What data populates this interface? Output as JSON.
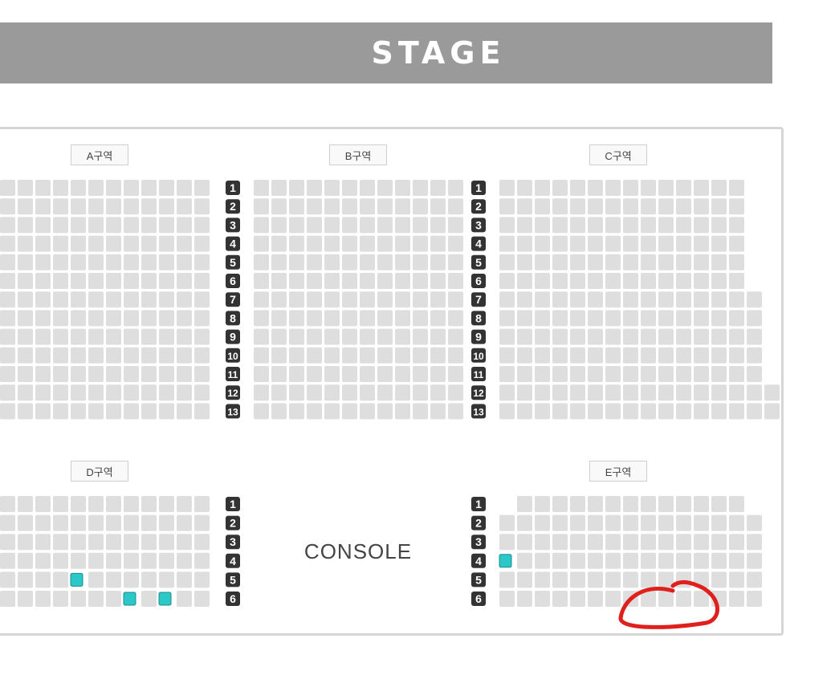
{
  "stage": {
    "label": "STAGE"
  },
  "console": {
    "label": "CONSOLE"
  },
  "zones": {
    "A": {
      "label": "A구역"
    },
    "B": {
      "label": "B구역"
    },
    "C": {
      "label": "C구역"
    },
    "D": {
      "label": "D구역"
    },
    "E": {
      "label": "E구역"
    }
  },
  "row_numbers_upper": [
    "1",
    "2",
    "3",
    "4",
    "5",
    "6",
    "7",
    "8",
    "9",
    "10",
    "11",
    "12",
    "13"
  ],
  "row_numbers_lower": [
    "1",
    "2",
    "3",
    "4",
    "5",
    "6"
  ],
  "colors": {
    "seat_unavailable": "#dedede",
    "seat_available": "#2cc8c8",
    "seat_available_border": "#1a8c8c",
    "row_badge": "#333333",
    "annotation": "#e0201c"
  },
  "available_seats": [
    {
      "zone": "D",
      "row": "5",
      "seat": 5
    },
    {
      "zone": "D",
      "row": "6",
      "seat": 8
    },
    {
      "zone": "D",
      "row": "6",
      "seat": 10
    },
    {
      "zone": "E",
      "row": "4",
      "seat": 1
    }
  ],
  "annotation": {
    "type": "hand-drawn-circle",
    "color": "#e0201c",
    "zone": "E"
  }
}
